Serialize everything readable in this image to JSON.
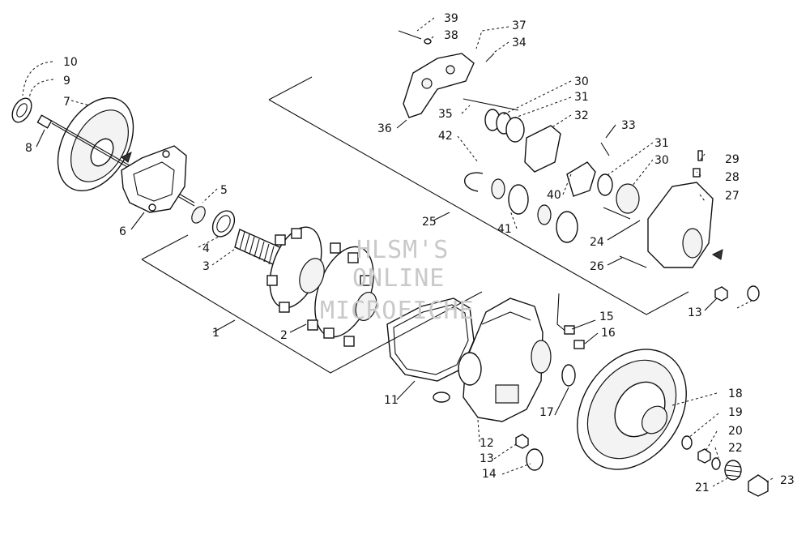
{
  "callouts": [
    {
      "id": "c1",
      "text": "1"
    },
    {
      "id": "c2",
      "text": "2"
    },
    {
      "id": "c3",
      "text": "3"
    },
    {
      "id": "c4",
      "text": "4"
    },
    {
      "id": "c5",
      "text": "5"
    },
    {
      "id": "c6",
      "text": "6"
    },
    {
      "id": "c7",
      "text": "7"
    },
    {
      "id": "c8",
      "text": "8"
    },
    {
      "id": "c9",
      "text": "9"
    },
    {
      "id": "c10",
      "text": "10"
    },
    {
      "id": "c11",
      "text": "11"
    },
    {
      "id": "c12",
      "text": "12"
    },
    {
      "id": "c13a",
      "text": "13"
    },
    {
      "id": "c13b",
      "text": "13"
    },
    {
      "id": "c14",
      "text": "14"
    },
    {
      "id": "c15",
      "text": "15"
    },
    {
      "id": "c16",
      "text": "16"
    },
    {
      "id": "c17",
      "text": "17"
    },
    {
      "id": "c18",
      "text": "18"
    },
    {
      "id": "c19",
      "text": "19"
    },
    {
      "id": "c20",
      "text": "20"
    },
    {
      "id": "c21",
      "text": "21"
    },
    {
      "id": "c22",
      "text": "22"
    },
    {
      "id": "c23",
      "text": "23"
    },
    {
      "id": "c24",
      "text": "24"
    },
    {
      "id": "c25",
      "text": "25"
    },
    {
      "id": "c26",
      "text": "26"
    },
    {
      "id": "c27",
      "text": "27"
    },
    {
      "id": "c28",
      "text": "28"
    },
    {
      "id": "c29",
      "text": "29"
    },
    {
      "id": "c30a",
      "text": "30"
    },
    {
      "id": "c30b",
      "text": "30"
    },
    {
      "id": "c31a",
      "text": "31"
    },
    {
      "id": "c31b",
      "text": "31"
    },
    {
      "id": "c32",
      "text": "32"
    },
    {
      "id": "c33",
      "text": "33"
    },
    {
      "id": "c34",
      "text": "34"
    },
    {
      "id": "c35",
      "text": "35"
    },
    {
      "id": "c36",
      "text": "36"
    },
    {
      "id": "c37",
      "text": "37"
    },
    {
      "id": "c38",
      "text": "38"
    },
    {
      "id": "c39",
      "text": "39"
    },
    {
      "id": "c40",
      "text": "40"
    },
    {
      "id": "c41",
      "text": "41"
    },
    {
      "id": "c42",
      "text": "42"
    }
  ],
  "watermark": {
    "line1": "HLSM'S",
    "line2": "ONLINE",
    "line3": "MICROFICHE"
  }
}
